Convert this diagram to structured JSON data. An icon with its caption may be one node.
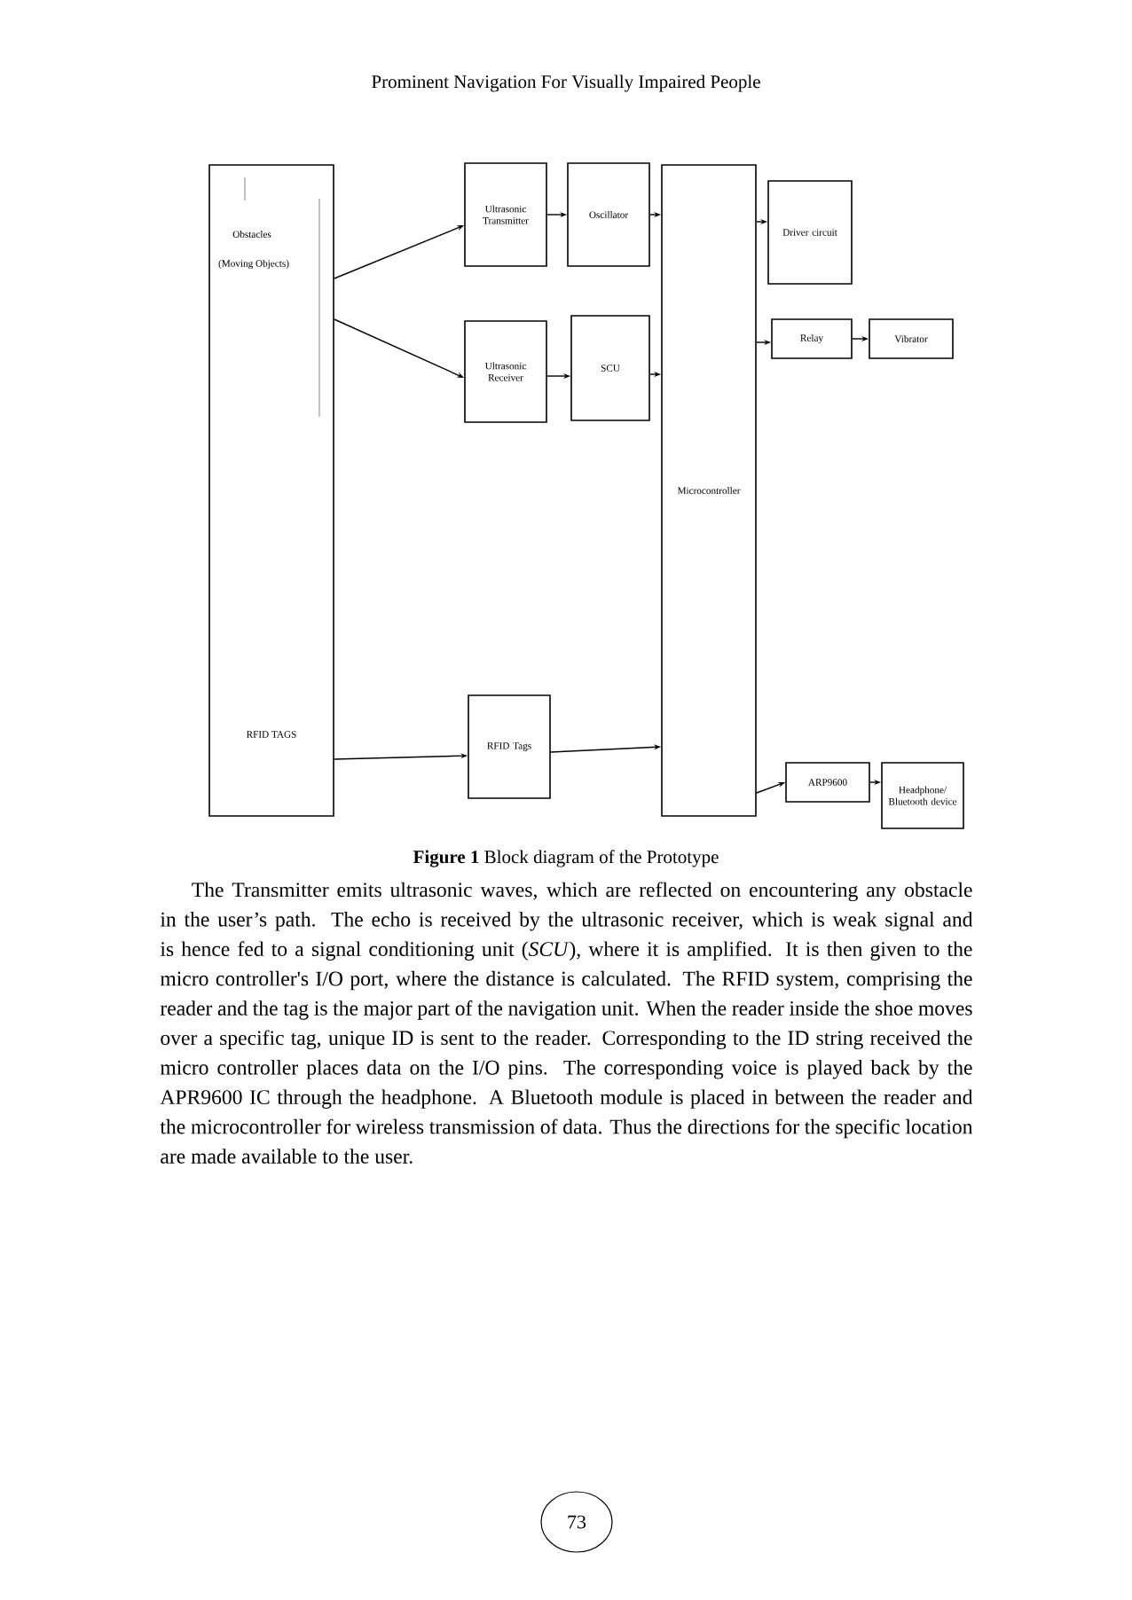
{
  "diagram": {
    "caption": "**Figure 1** Block diagram of the Prototype",
    "nodes": [
      {
        "text": [
          "Obstacles",
          "(Moving Objects)",
          "RFID TAGS"
        ]
      },
      {
        "text": [
          "Ultrasonic Transmitter"
        ]
      },
      {
        "text": [
          "Oscillator"
        ]
      },
      {
        "text": [
          "Ultrasonic Receiver"
        ]
      },
      {
        "text": [
          "SCU"
        ]
      },
      {
        "text": [
          "Microcontroller"
        ]
      },
      {
        "text": [
          "Driver circuit"
        ]
      },
      {
        "text": [
          "Relay"
        ]
      },
      {
        "text": [
          "Vibrator"
        ]
      },
      {
        "text": [
          "RFID Tags"
        ]
      },
      {
        "text": [
          "ARP9600"
        ]
      },
      {
        "text": [
          "Headphone/ Bluetooth device"
        ]
      },
      {
        "text": [
          "73"
        ]
      }
    ],
    "edges": [
      {
        "from": 0,
        "to": 1,
        "arrow": "to"
      },
      {
        "from": 0,
        "to": 3,
        "arrow": "to"
      },
      {
        "from": 1,
        "to": 2,
        "arrow": "to"
      },
      {
        "from": 2,
        "to": 5,
        "arrow": "to"
      },
      {
        "from": 3,
        "to": 4,
        "arrow": "to"
      },
      {
        "from": 4,
        "to": 5,
        "arrow": "to"
      },
      {
        "from": 5,
        "to": 6,
        "arrow": "to"
      },
      {
        "from": 5,
        "to": 7,
        "arrow": "to"
      },
      {
        "from": 7,
        "to": 8,
        "arrow": "to"
      },
      {
        "from": 0,
        "to": 9,
        "arrow": "to"
      },
      {
        "from": 9,
        "to": 5,
        "arrow": "to"
      },
      {
        "from": 5,
        "to": 10,
        "arrow": "to"
      },
      {
        "from": 10,
        "to": 11,
        "arrow": "to"
      }
    ],
    "labels": [
      "Prominent Navigation For Visually Impaired People",
      "The Transmitter emits ultrasonic waves, which are reflected on encountering any obstacle in the user’s path. The echo is received by the ultrasonic receiver, which is weak signal and is hence fed to a signal conditioning unit (*SCU*), where it is amplified. It is then given to the micro controller's I/O port, where the distance is calculated. The RFID system, comprising the reader and the tag is the major part of the navigation unit. When the reader inside the shoe moves over a specific tag, unique ID is sent to the reader. Corresponding to the ID string received the micro controller places data on the I/O pins. The corresponding voice is played back by the APR9600 IC through the headphone. A Bluetooth module is placed in between the reader and the microcontroller for wireless transmission of data. Thus the directions for the specific location are made available to the user."
    ]
  }
}
